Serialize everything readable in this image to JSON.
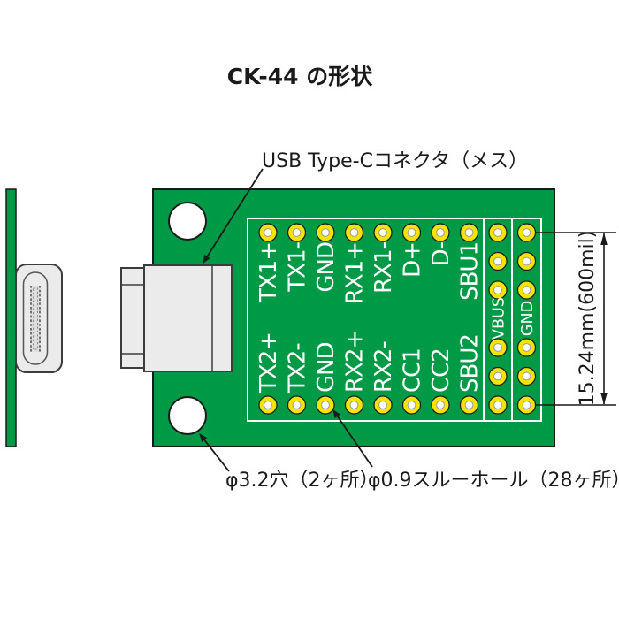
{
  "title": "CK-44 の形状",
  "annotations": {
    "connector": "USB Type-Cコネクタ（メス）",
    "mount_holes": "φ3.2穴（2ヶ所）",
    "through_holes": "φ0.9スルーホール（28ヶ所）",
    "dimension": "15.24mm(600mil)"
  },
  "pins": {
    "top_row": [
      "TX1+",
      "TX1-",
      "GND",
      "RX1+",
      "RX1-",
      "D+",
      "D-",
      "SBU1"
    ],
    "bottom_row": [
      "TX2+",
      "TX2-",
      "GND",
      "RX2+",
      "RX2-",
      "CC1",
      "CC2",
      "SBU2"
    ],
    "power": [
      "VBUS",
      "GND"
    ]
  },
  "colors": {
    "pcb_green": "#009945",
    "pad_yellow": "#f2e300",
    "pad_outline": "#1a1a1a",
    "hole_white": "#ffffff",
    "silkscreen": "#ffffff",
    "connector_grey": "#ebebeb",
    "connector_outline": "#3c3c3c",
    "line_black": "#1a1a1a"
  }
}
